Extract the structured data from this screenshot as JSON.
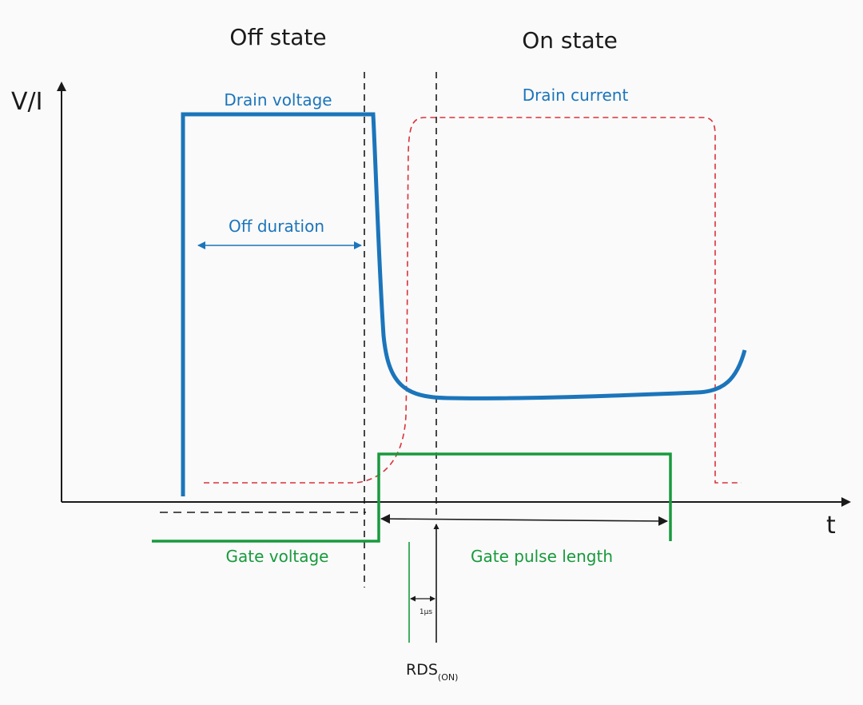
{
  "labels": {
    "off_state": "Off state",
    "on_state": "On state",
    "y_axis": "V/I",
    "x_axis": "t",
    "drain_voltage": "Drain voltage",
    "drain_current": "Drain current",
    "off_duration": "Off duration",
    "gate_voltage": "Gate voltage",
    "gate_pulse_length": "Gate pulse length",
    "one_us": "1µs",
    "rds_main": "RDS",
    "rds_sub": "(ON)"
  },
  "colors": {
    "drain_voltage": "#1b75bb",
    "drain_current": "#d9323a",
    "gate_voltage": "#179a3c",
    "axis": "#1a1a1a",
    "background": "#fafafa"
  }
}
